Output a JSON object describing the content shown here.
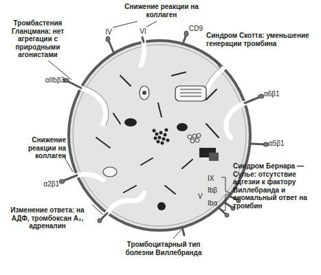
{
  "diagram": {
    "labels": [
      "Снижение реакции на коллаген",
      "IV",
      "VI",
      "CD9",
      "Тромбастения Гланцмана: нет агрегации с природными агонистами",
      "Синдром Скотта: уменьшение генерации тромбина",
      "αIIbβ3",
      "α6β1",
      "α5β1",
      "Снижение реакции на коллаген",
      "α2β1",
      "Синдром Бернара — Сулье: отсутствие адгезии к фактору Виллебранда и аномальный ответ на тромбин",
      "IX",
      "Ibβ",
      "V",
      "Ibα",
      "Изменение ответа: на АДФ, тромбоксан A₂, адреналин",
      "Тромбоцитарный тип болезни Виллебранда"
    ]
  }
}
